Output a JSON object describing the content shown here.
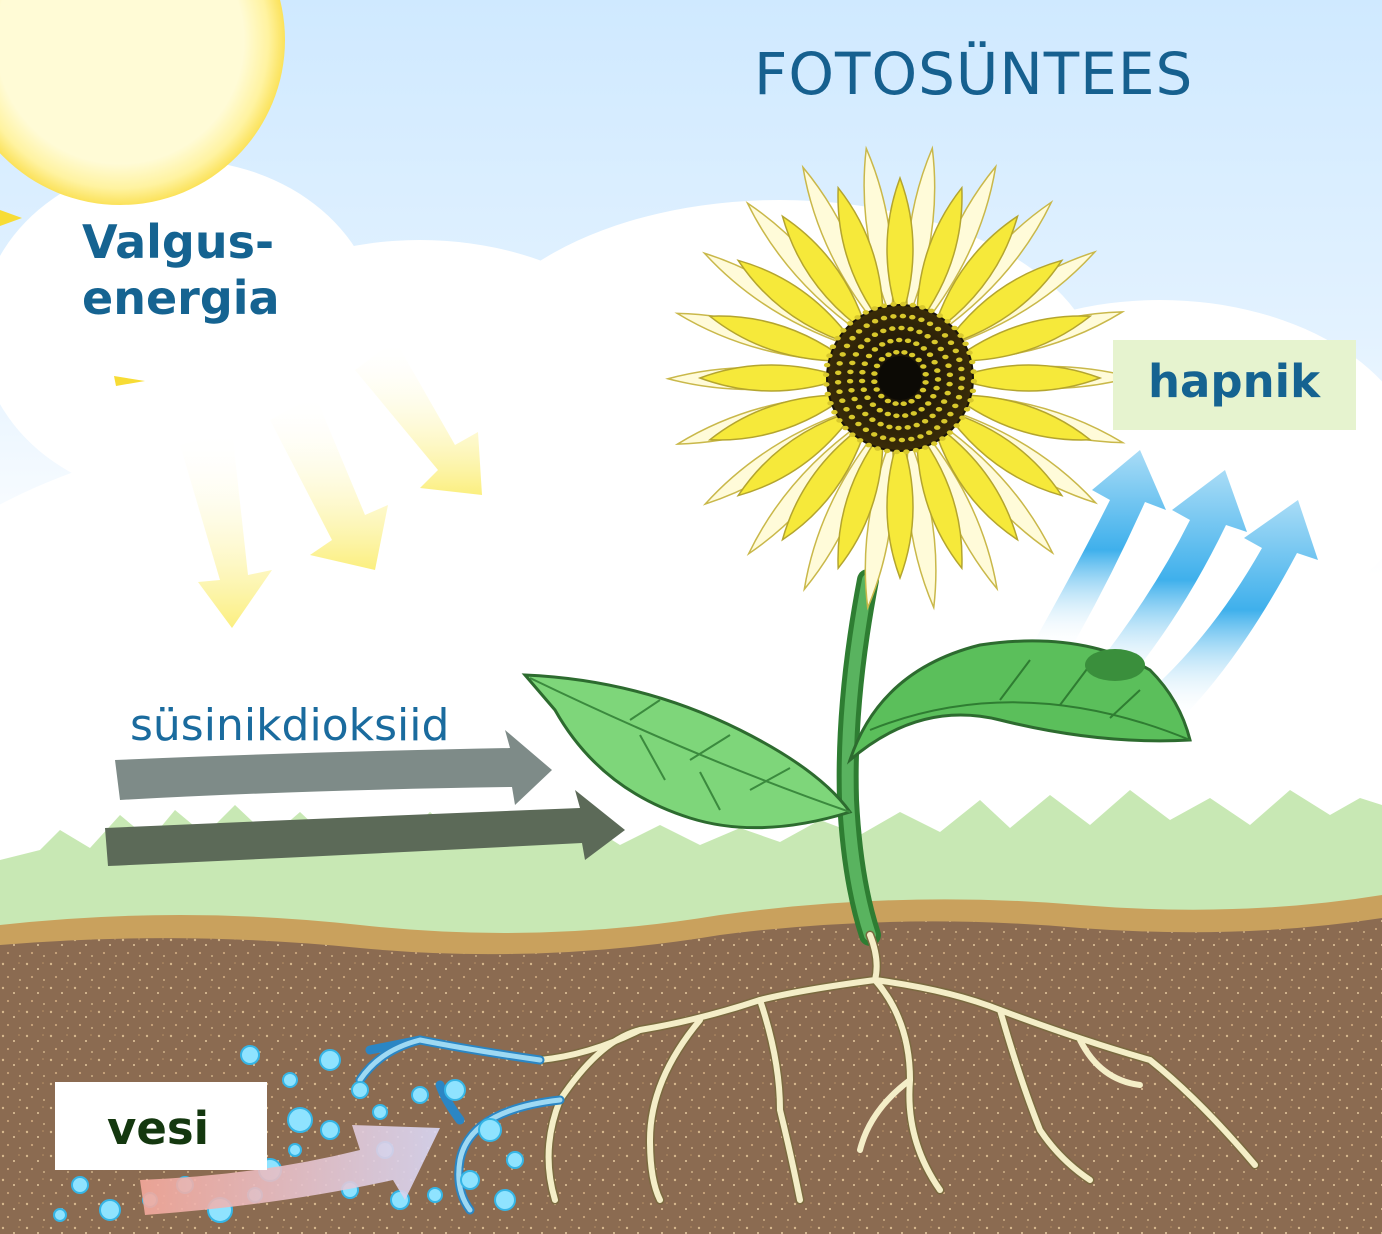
{
  "diagram": {
    "title": "FOTOSÜNTEES",
    "light_energy": {
      "line1": "Valgus-",
      "line2": "energia"
    },
    "carbon_dioxide": "süsinikdioksiid",
    "oxygen": "hapnik",
    "water": "vesi"
  },
  "colors": {
    "label_blue": "#156391",
    "water_label": "#14380f",
    "sky": "#dcefff",
    "soil": "#8a6a50",
    "grass": "#c7e8b4",
    "petal": "#f6e93a",
    "leaf": "#5bbf5b",
    "stem": "#3e9a45",
    "root": "#f2ecc4",
    "oxygen_arrow": "#49b3ec",
    "co2_arrow": "#7e8b88"
  },
  "icons": [
    "sun-icon",
    "sunflower-icon",
    "leaf-icon",
    "root-icon",
    "arrow-icon",
    "water-droplet-icon"
  ]
}
